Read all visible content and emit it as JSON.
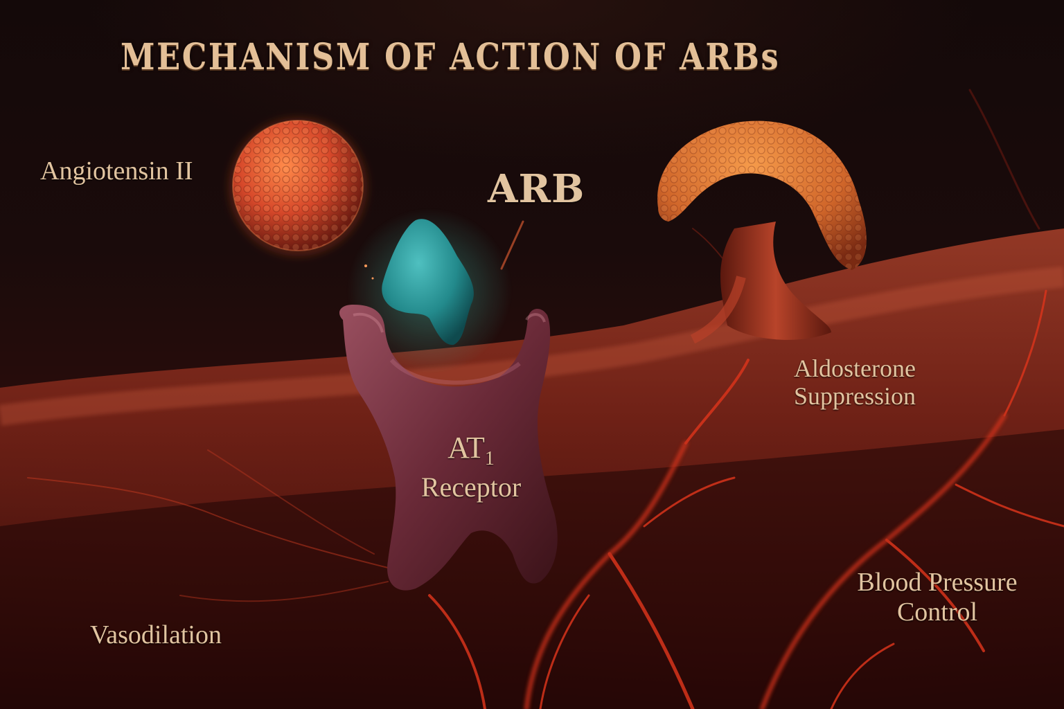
{
  "title": "MECHANISM OF ACTION OF ARBs",
  "labels": {
    "angiotensin": "Angiotensin II",
    "arb": "ARB",
    "receptor_main": "AT",
    "receptor_sub": "1",
    "receptor_word": "Receptor",
    "aldosterone_line1": "Aldosterone",
    "aldosterone_line2": "Suppression",
    "bp_line1": "Blood Pressure",
    "bp_line2": "Control",
    "vasodilation": "Vasodilation"
  },
  "elements": {
    "angiotensin_molecule": {
      "shape": "textured-sphere",
      "color": "#e0562a"
    },
    "arb_molecule": {
      "shape": "teal-wedge",
      "color": "#2a9a9a"
    },
    "at1_receptor": {
      "shape": "u-shaped-transmembrane-protein",
      "color": "#7a3540"
    },
    "adrenal_structure": {
      "shape": "mushroom-like-gland",
      "color": "#e0742a"
    },
    "blood_vessels": {
      "color": "#d0301a"
    },
    "tissue_membrane": {
      "color": "#8a2a1a"
    }
  },
  "colors": {
    "text": "#e2c4a0",
    "background": "#140909",
    "accent_teal": "#2a9a9a",
    "accent_orange": "#e0562a"
  }
}
